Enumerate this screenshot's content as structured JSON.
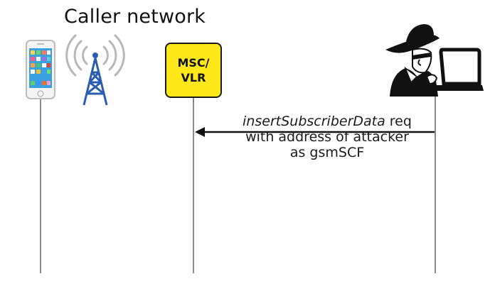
{
  "diagram": {
    "title": "Caller network",
    "node_msc": {
      "line1": "MSC/",
      "line2": "VLR"
    },
    "message": {
      "name": "insertSubscriberData",
      "suffix": " req",
      "line2": "with address of attacker",
      "line3": "as gsmSCF"
    },
    "icons": {
      "phone": "smartphone-icon",
      "tower": "cell-tower-icon",
      "attacker": "spy-attacker-laptop-icon"
    },
    "colors": {
      "msc_fill": "#ffe81a",
      "tower": "#2a5db0",
      "lifeline": "#8a8a8a",
      "arrow": "#111111"
    }
  }
}
